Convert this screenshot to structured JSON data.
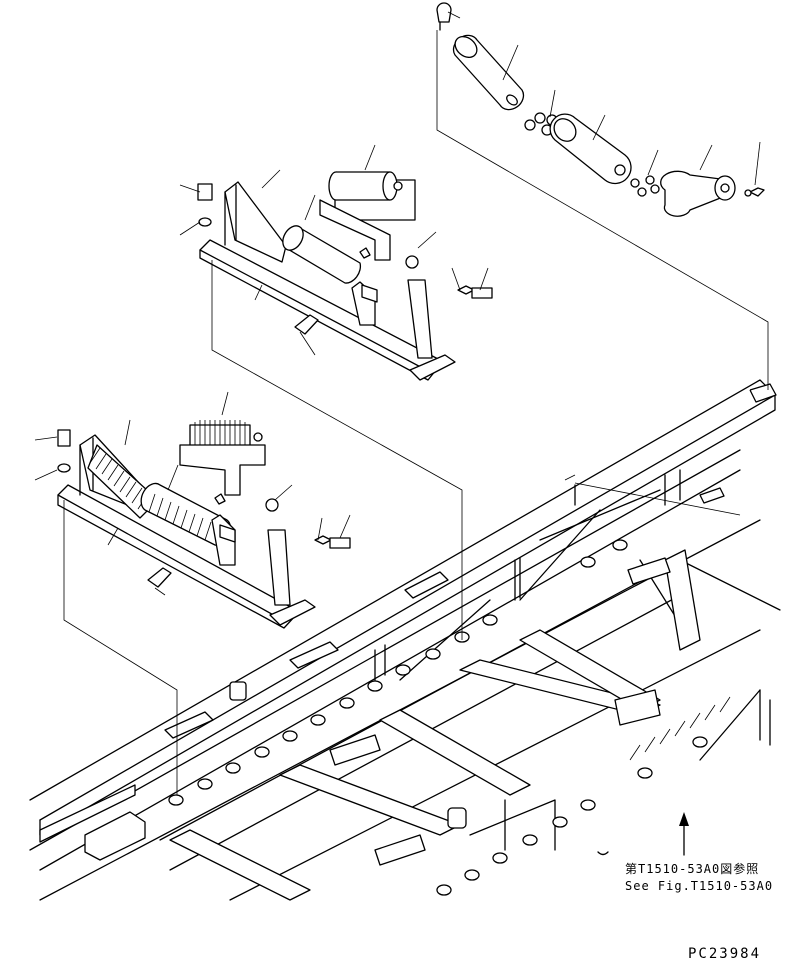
{
  "reference_note": {
    "line1": "第T1510-53A0図参照",
    "line2": "See Fig.T1510-53A0"
  },
  "drawing_code": "PC23984",
  "colors": {
    "ink": "#000000",
    "paper": "#ffffff"
  }
}
